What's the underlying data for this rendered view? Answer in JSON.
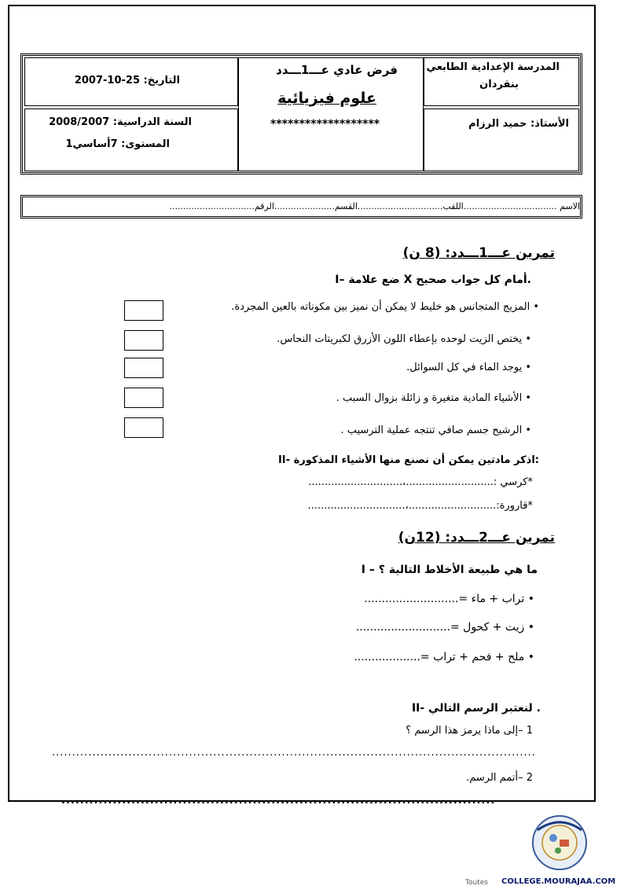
{
  "header": {
    "school": "المدرسة الإعدادية الطابعي",
    "school_city": "بنقردان",
    "teacher": "الأستاذ: حميد الرزام",
    "exam_title": "فرض عادي عـــ1ـــدد",
    "subject": "علوم فيزيائية",
    "stars": "*******************",
    "date": "التاريخ: 25-10-2007",
    "school_year": "السنة الدراسية: 2008/2007",
    "level": "المستوى: 7أساسي1"
  },
  "student_line": "الاسم ..................................اللقب...............................القسم......................الرقم...............................",
  "ex1": {
    "title": "تمرين عـــ1ـــدد: (8 ن)",
    "part1": "I– ضع علامة X أمام كل جواب صحيح.",
    "items": [
      "• المزيج المتجانس هو خليط لا يمكن أن نميز بين مكوناته بالعين المجردة.",
      "• يختص الزيت لوحده بإعطاء اللون الأزرق لكبريتات النحاس.",
      "• يوجد الماء في كل السوائل.",
      "• الأشياء المادية متغيرة و زائلة بزوال السبب .",
      "• الرشيح جسم صافي تنتجه عملية الترسيب ."
    ],
    "part2": "II- اذكر مادتين يمكن أن نصنع منها الأشياء المذكورة:",
    "objects": [
      "*كرسي :...........................،.............................",
      "*قارورة:...........................،.............................."
    ]
  },
  "ex2": {
    "title": "تمرين عـــ2ـــدد: (12ن)",
    "part1": "I – ما هي طبيعة الأخلاط التالية ؟",
    "mixtures": [
      "• تراب + ماء =...........................",
      "• زيت + كحول =...........................",
      "• ملح + فحم + تراب =..................."
    ],
    "part2": "II- لنعتبر الرسم التالي .",
    "q1": "1 –إلى ماذا يرمز هذا الرسم ؟",
    "q1_dots": "...............................................................................................................................",
    "q2": "2 –أتمم الرسم.",
    "q2_dots": "......................................................................................................................"
  },
  "footer": {
    "site": "COLLEGE.MOURAJAA.COM",
    "toutes": "Toutes"
  }
}
